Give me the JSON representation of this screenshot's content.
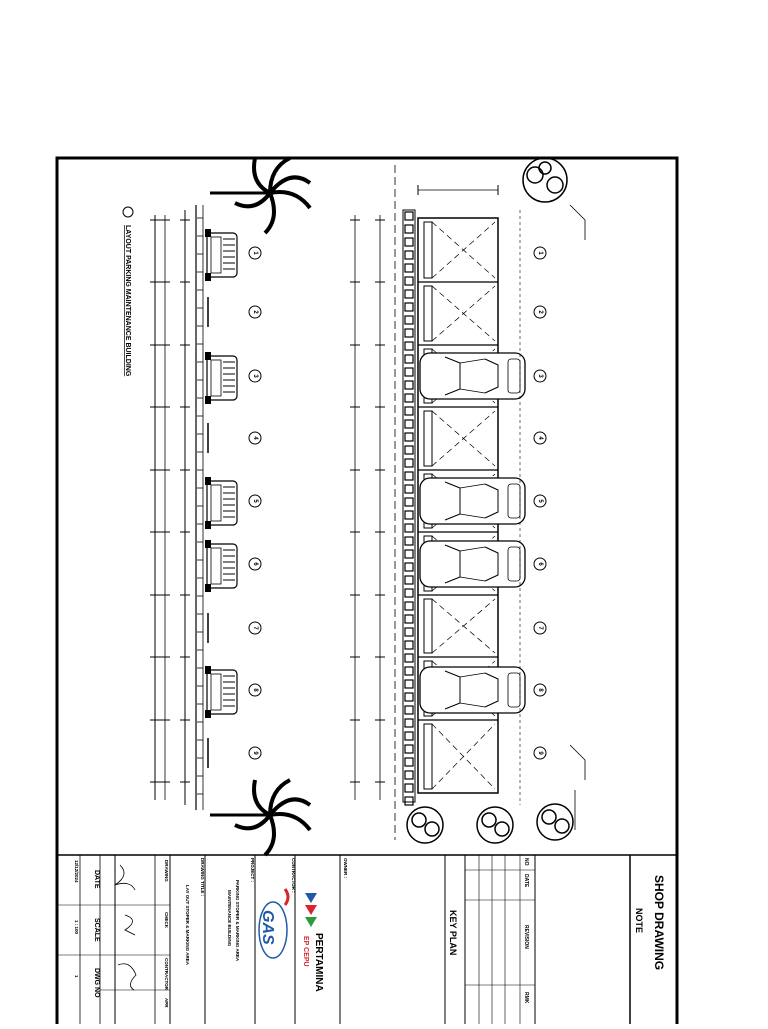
{
  "drawing": {
    "top_title": "LAYOUT PARKING MAINTENANCE BUILDING",
    "bay_numbers": [
      "1",
      "2",
      "3",
      "4",
      "5",
      "6",
      "7",
      "8",
      "9"
    ]
  },
  "title_block": {
    "sheet_type": "SHOP DRAWING",
    "note_label": "NOTE",
    "revision_headers": {
      "no": "NO",
      "date": "DATE",
      "revision": "REVISION",
      "remark": "RMK"
    },
    "key_plan_label": "KEY PLAN",
    "owner_label": "OWNER :",
    "owner_name": "PERTAMINA",
    "owner_sub": "EP CEPU",
    "contractor_label": "CONTRACTOR :",
    "contractor_logo": "GAS",
    "project_label": "PROJECT :",
    "project_line1": "PARKING STOPER & MARKING AREA",
    "project_line2": "MAINTENANCE BUILDING",
    "drawing_title_label": "DRAWING TITLE :",
    "drawing_title": "LAY OUT STOPER & MARKING AREA",
    "sign_headers": {
      "drawing": "DRAWING",
      "check": "CHECK",
      "contractor": "CONTRACTOR",
      "apr": "APR"
    },
    "date_label": "DATE",
    "date_value": "12/12/2024",
    "scale_label": "SCALE",
    "scale_value": "1 : 100",
    "dwg_no_label": "DWG NO",
    "dwg_no_value": "1"
  },
  "colors": {
    "ink": "#000000",
    "paper": "#ffffff",
    "logo_red": "#d7262b",
    "logo_blue": "#1f5aa8",
    "logo_green": "#2f9a3f"
  }
}
